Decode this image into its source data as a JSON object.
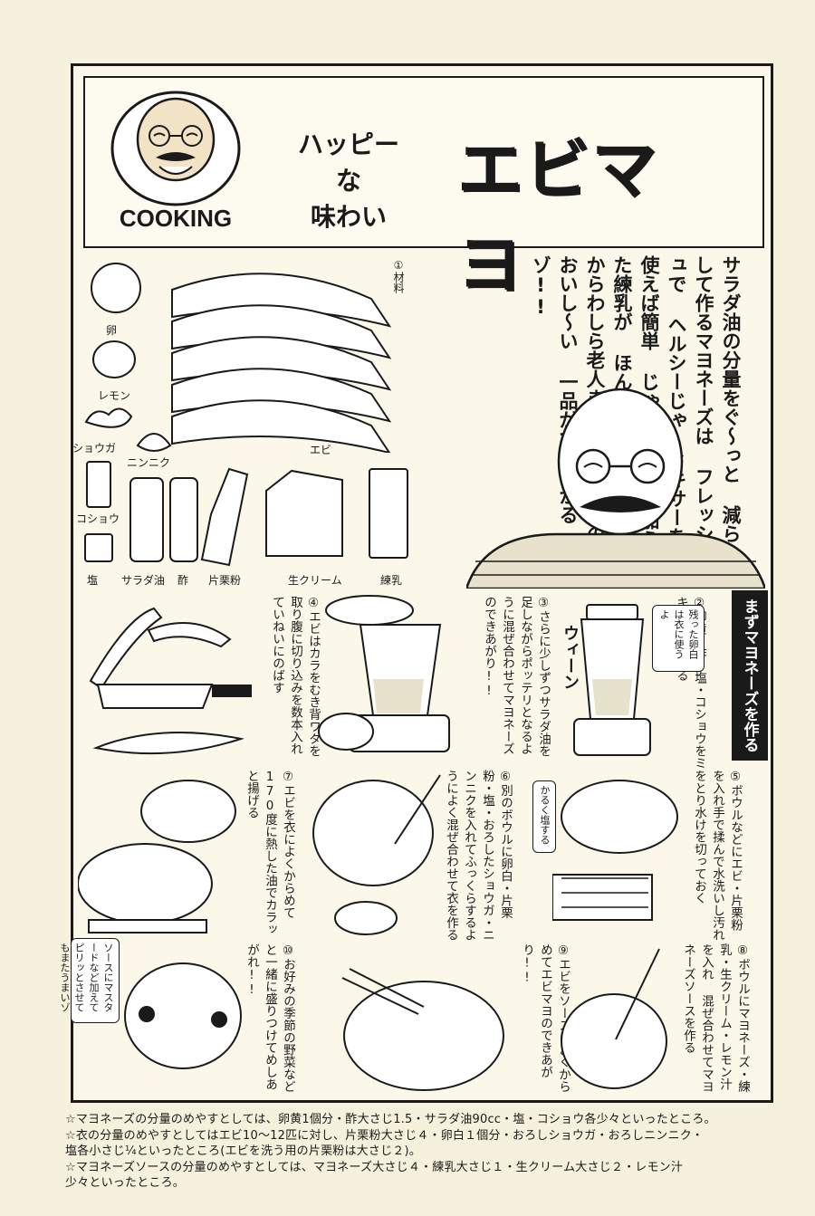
{
  "header": {
    "logo_text": "COOKING",
    "subtitle_line1": "ハッピーな",
    "subtitle_line2": "味わい",
    "title": "エビマヨ"
  },
  "intro_text": "サラダ油の分量をぐ〜っと 減らして作るマヨネーズは フレッシュで ヘルシーじゃ ミキサーを 使えば簡単 じゃぞ 少量 加えた練乳が ほんのり甘く 子どもからわしら老人まで 万人向きのおいし〜い 一品ができあがるゾ!!",
  "ingredients": {
    "title": "①材料",
    "items": [
      "卵",
      "レモン",
      "ショウガ",
      "ニンニク",
      "エビ",
      "コショウ",
      "塩",
      "サラダ油",
      "酢",
      "片栗粉",
      "生クリーム",
      "練乳"
    ]
  },
  "section_title": "まずマヨネーズを作る",
  "steps": [
    {
      "num": "②",
      "text": "②卵黄・酢・塩・コショウをミキサーにかける"
    },
    {
      "num": "③",
      "text": "③さらに少しずつサラダ油を足しながらポッテリとなるように混ぜ合わせてマヨネーズのできあがり!!"
    },
    {
      "num": "④",
      "text": "④エビはカラをむき背ワタを取り腹に切り込みを数本入れていねいにのばす"
    },
    {
      "num": "⑤",
      "text": "⑤ボウルなどにエビ・片栗粉を入れ手で揉んで水洗いし汚れをとり水けを切っておく"
    },
    {
      "num": "⑥",
      "text": "⑥別のボウルに卵白・片栗粉・塩・おろしたショウガ・ニンニクを入れてふっくらするようによく混ぜ合わせて衣を作る"
    },
    {
      "num": "⑦",
      "text": "⑦エビを衣によくからめて170度に熱した油でカラッと揚げる"
    },
    {
      "num": "⑧",
      "text": "⑧ボウルにマヨネーズ・練乳・生クリーム・レモン汁を入れ 混ぜ合わせてマヨネーズソースを作る"
    },
    {
      "num": "⑨",
      "text": "⑨エビをソースによくからめてエビマヨのできあがり!!"
    },
    {
      "num": "⑩",
      "text": "⑩お好みの季節の野菜などと一緒に盛りつけてめしあがれ!!"
    }
  ],
  "callouts": {
    "egg_white": "残った卵白は衣に使うよ",
    "salt": "かるく塩する",
    "sound": "ウィーン",
    "mustard": "ソースにマスタードなど加えてピリッとさせてもまたうまいゾ"
  },
  "notes": [
    "☆マヨネーズの分量のめやすとしては、卵黄1個分・酢大さじ1.5・サラダ油90cc・塩・コショウ各少々といったところ。",
    "☆衣の分量のめやすとしてはエビ10〜12匹に対し、片栗粉大さじ４・卵白１個分・おろしショウガ・おろしニンニク・",
    "塩各小さじ¼といったところ(エビを洗う用の片栗粉は大さじ２)。",
    "☆マヨネーズソースの分量のめやすとしては、マヨネーズ大さじ４・練乳大さじ１・生クリーム大さじ２・レモン汁",
    "少々といったところ。"
  ],
  "colors": {
    "ink": "#1a1a1a",
    "paper": "#f6f1dc"
  }
}
